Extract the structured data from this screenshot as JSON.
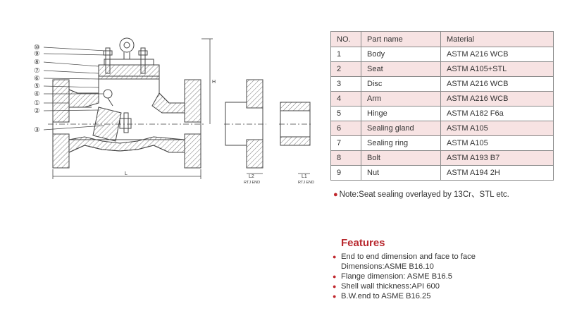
{
  "drawing": {
    "part_markers": [
      "⑩",
      "⑨",
      "⑧",
      "⑦",
      "⑥",
      "⑤",
      "④",
      "①",
      "②",
      "③"
    ],
    "dim_h": "H",
    "dim_l": "L",
    "dim_l2": "L2",
    "dim_l1": "L1",
    "rtj_end_left": "RTJ END",
    "rtj_end_right": "RTJ END"
  },
  "table": {
    "headers": [
      "NO.",
      "Part name",
      "Material"
    ],
    "rows": [
      {
        "no": "1",
        "part": "Body",
        "material": "ASTM A216 WCB"
      },
      {
        "no": "2",
        "part": "Seat",
        "material": "ASTM A105+STL"
      },
      {
        "no": "3",
        "part": "Disc",
        "material": "ASTM A216 WCB"
      },
      {
        "no": "4",
        "part": "Arm",
        "material": "ASTM A216 WCB"
      },
      {
        "no": "5",
        "part": "Hinge",
        "material": "ASTM A182 F6a"
      },
      {
        "no": "6",
        "part": "Sealing gland",
        "material": "ASTM A105"
      },
      {
        "no": "7",
        "part": "Sealing ring",
        "material": "ASTM A105"
      },
      {
        "no": "8",
        "part": "Bolt",
        "material": "ASTM A193 B7"
      },
      {
        "no": "9",
        "part": "Nut",
        "material": "ASTM A194 2H"
      }
    ]
  },
  "note": "Note:Seat sealing overlayed by 13Cr、STL etc.",
  "features": {
    "title": "Features",
    "items": [
      "End to end dimension and face to face",
      "Dimensions:ASME B16.10",
      "Flange dimension: ASME B16.5",
      "Shell wall thickness:API 600",
      "B.W.end to ASME B16.25"
    ]
  },
  "colors": {
    "accent": "#c0272d",
    "table_shade": "#f7e3e3",
    "line": "#444444"
  }
}
